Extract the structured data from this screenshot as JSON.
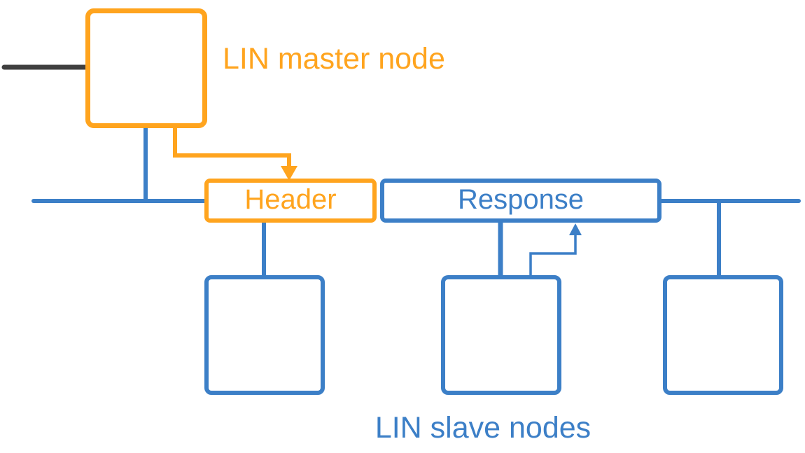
{
  "diagram": {
    "labels": {
      "master_node": "LIN master node",
      "header": "Header",
      "response": "Response",
      "slave_nodes": "LIN slave nodes"
    },
    "nodes": {
      "master_count": 1,
      "slave_count": 3
    }
  },
  "colors": {
    "orange": "#FFA41E",
    "blue": "#3C7FC7",
    "dark": "#3F3F3F",
    "background": "#FFFFFF"
  }
}
